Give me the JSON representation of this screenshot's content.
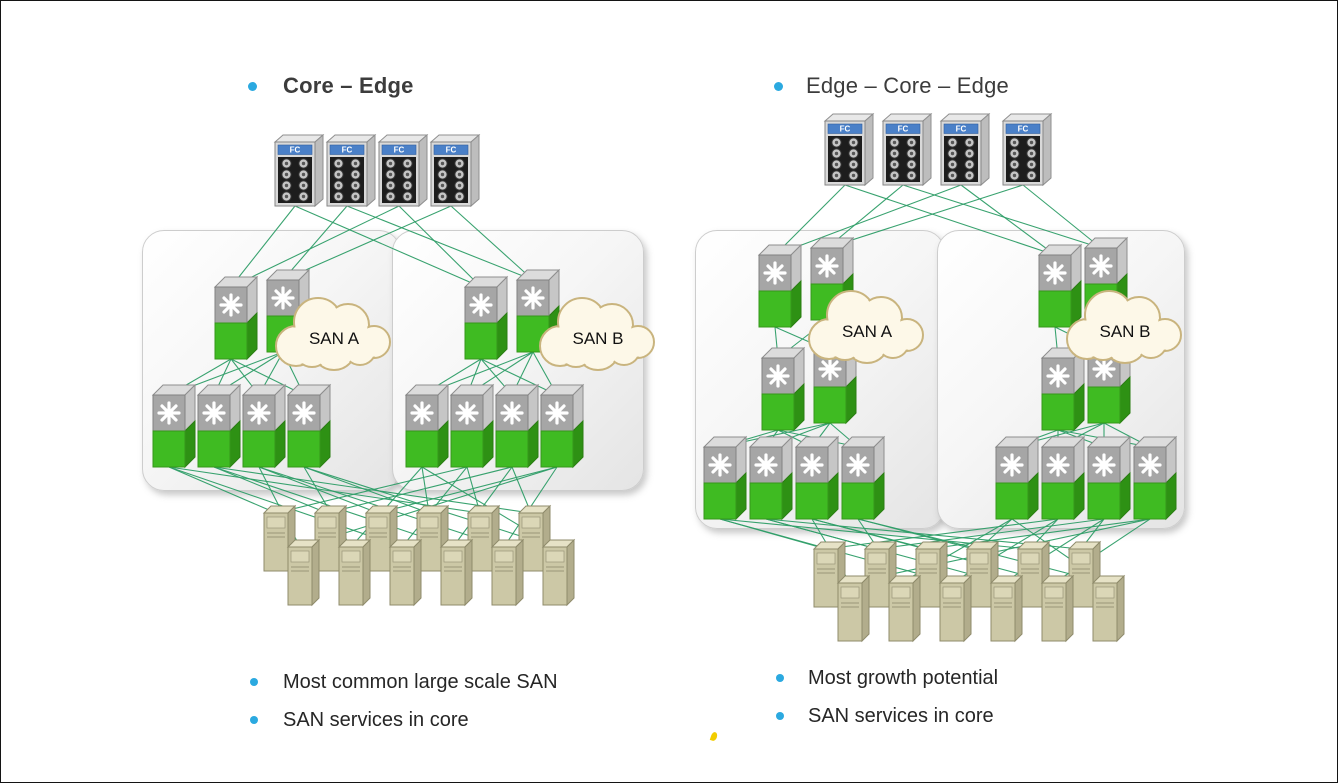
{
  "slide": {
    "background": "#ffffff",
    "border_color": "#141414"
  },
  "colors": {
    "bullet_blue": "#2BA9E0",
    "title_text": "#3C3C3C",
    "note_text": "#262626",
    "link_green": "#2F9E68",
    "switch_green": "#3FBB22",
    "switch_green_side": "#2E9114",
    "switch_gray": "#A6A6A6",
    "fc_blue": "#4A80C8",
    "server_tan": "#CCC8A6",
    "cloud_fill": "#FDF8E8",
    "cloud_stroke": "#C9B47E",
    "frame_border": "#CDCDCD"
  },
  "panels": [
    {
      "id": "core-edge",
      "title": "Core – Edge",
      "storage_label": "FC",
      "storage_count": 4,
      "fabrics": [
        {
          "cloud_label": "SAN A",
          "core_switches": 2,
          "edge_switches": 4
        },
        {
          "cloud_label": "SAN B",
          "core_switches": 2,
          "edge_switches": 4
        }
      ],
      "server_count": 12,
      "bullets": [
        "Most common large scale SAN",
        "SAN services in core"
      ]
    },
    {
      "id": "edge-core-edge",
      "title": "Edge – Core – Edge",
      "storage_label": "FC",
      "storage_count": 4,
      "fabrics": [
        {
          "cloud_label": "SAN A",
          "upper_edge_switches": 2,
          "core_switches": 2,
          "edge_switches": 4
        },
        {
          "cloud_label": "SAN B",
          "upper_edge_switches": 2,
          "core_switches": 2,
          "edge_switches": 4
        }
      ],
      "server_count": 12,
      "bullets": [
        "Most growth potential",
        "SAN services in core"
      ]
    }
  ]
}
